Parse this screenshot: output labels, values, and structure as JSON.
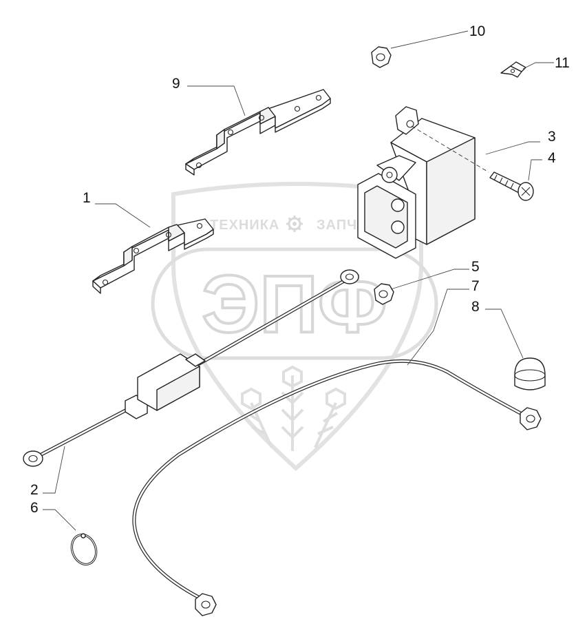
{
  "watermark": {
    "top_left": "ТЕХНИКА",
    "top_right": "ЗАПЧАСТИ",
    "logo": "ЭПФ",
    "gear_icon": "gear-icon",
    "wheat_icon": "wheat-icon"
  },
  "callouts": [
    {
      "id": "1",
      "label": "1"
    },
    {
      "id": "2",
      "label": "2"
    },
    {
      "id": "3",
      "label": "3"
    },
    {
      "id": "4",
      "label": "4"
    },
    {
      "id": "5",
      "label": "5"
    },
    {
      "id": "6",
      "label": "6"
    },
    {
      "id": "7",
      "label": "7"
    },
    {
      "id": "8",
      "label": "8"
    },
    {
      "id": "9",
      "label": "9"
    },
    {
      "id": "10",
      "label": "10"
    },
    {
      "id": "11",
      "label": "11"
    }
  ]
}
